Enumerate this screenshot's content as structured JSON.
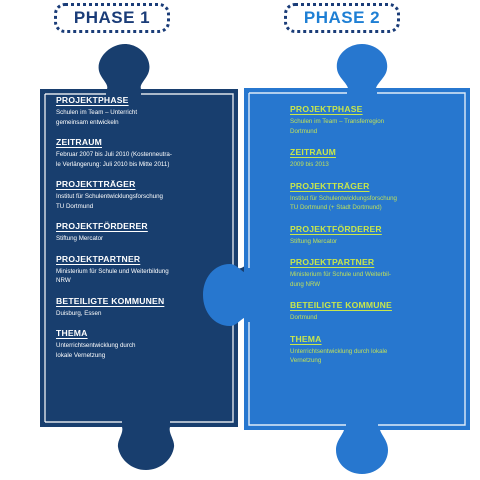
{
  "colors": {
    "phase1_fill": "#183e6e",
    "phase2_fill": "#2777cf",
    "accent_green": "#c8e64b"
  },
  "phase1": {
    "title": "PHASE 1",
    "sections": [
      {
        "heading": "PROJEKTPHASE",
        "text": "Schulen im Team – Unterricht\ngemeinsam entwickeln"
      },
      {
        "heading": "ZEITRAUM",
        "text": "Februar 2007 bis Juli 2010 (Kostenneutra-\nle Verlängerung: Juli 2010 bis Mitte 2011)"
      },
      {
        "heading": "PROJEKTTRÄGER",
        "text": "Institut für Schulentwicklungsforschung\nTU Dortmund"
      },
      {
        "heading": "PROJEKTFÖRDERER",
        "text": "Stiftung Mercator"
      },
      {
        "heading": "PROJEKTPARTNER",
        "text": "Ministerium für Schule und Weiterbildung\nNRW"
      },
      {
        "heading": "BETEILIGTE KOMMUNEN",
        "text": "Duisburg, Essen"
      },
      {
        "heading": "THEMA",
        "text": "Unterrichtsentwicklung durch\nlokale Vernetzung"
      }
    ]
  },
  "phase2": {
    "title": "PHASE 2",
    "sections": [
      {
        "heading": "PROJEKTPHASE",
        "text": "Schulen im Team – Transferregion\nDortmund"
      },
      {
        "heading": "ZEITRAUM",
        "text": "2009 bis 2013"
      },
      {
        "heading": "PROJEKTTRÄGER",
        "text": "Institut für Schulentwicklungsforschung\nTU Dortmund (+ Stadt Dortmund)"
      },
      {
        "heading": "PROJEKTFÖRDERER",
        "text": "Stiftung Mercator"
      },
      {
        "heading": "PROJEKTPARTNER",
        "text": "Ministerium für Schule und Weiterbil-\ndung NRW"
      },
      {
        "heading": "BETEILIGTE KOMMUNE",
        "text": "Dortmund"
      },
      {
        "heading": "THEMA",
        "text": "Unterrichtsentwicklung durch lokale\nVernetzung"
      }
    ]
  }
}
